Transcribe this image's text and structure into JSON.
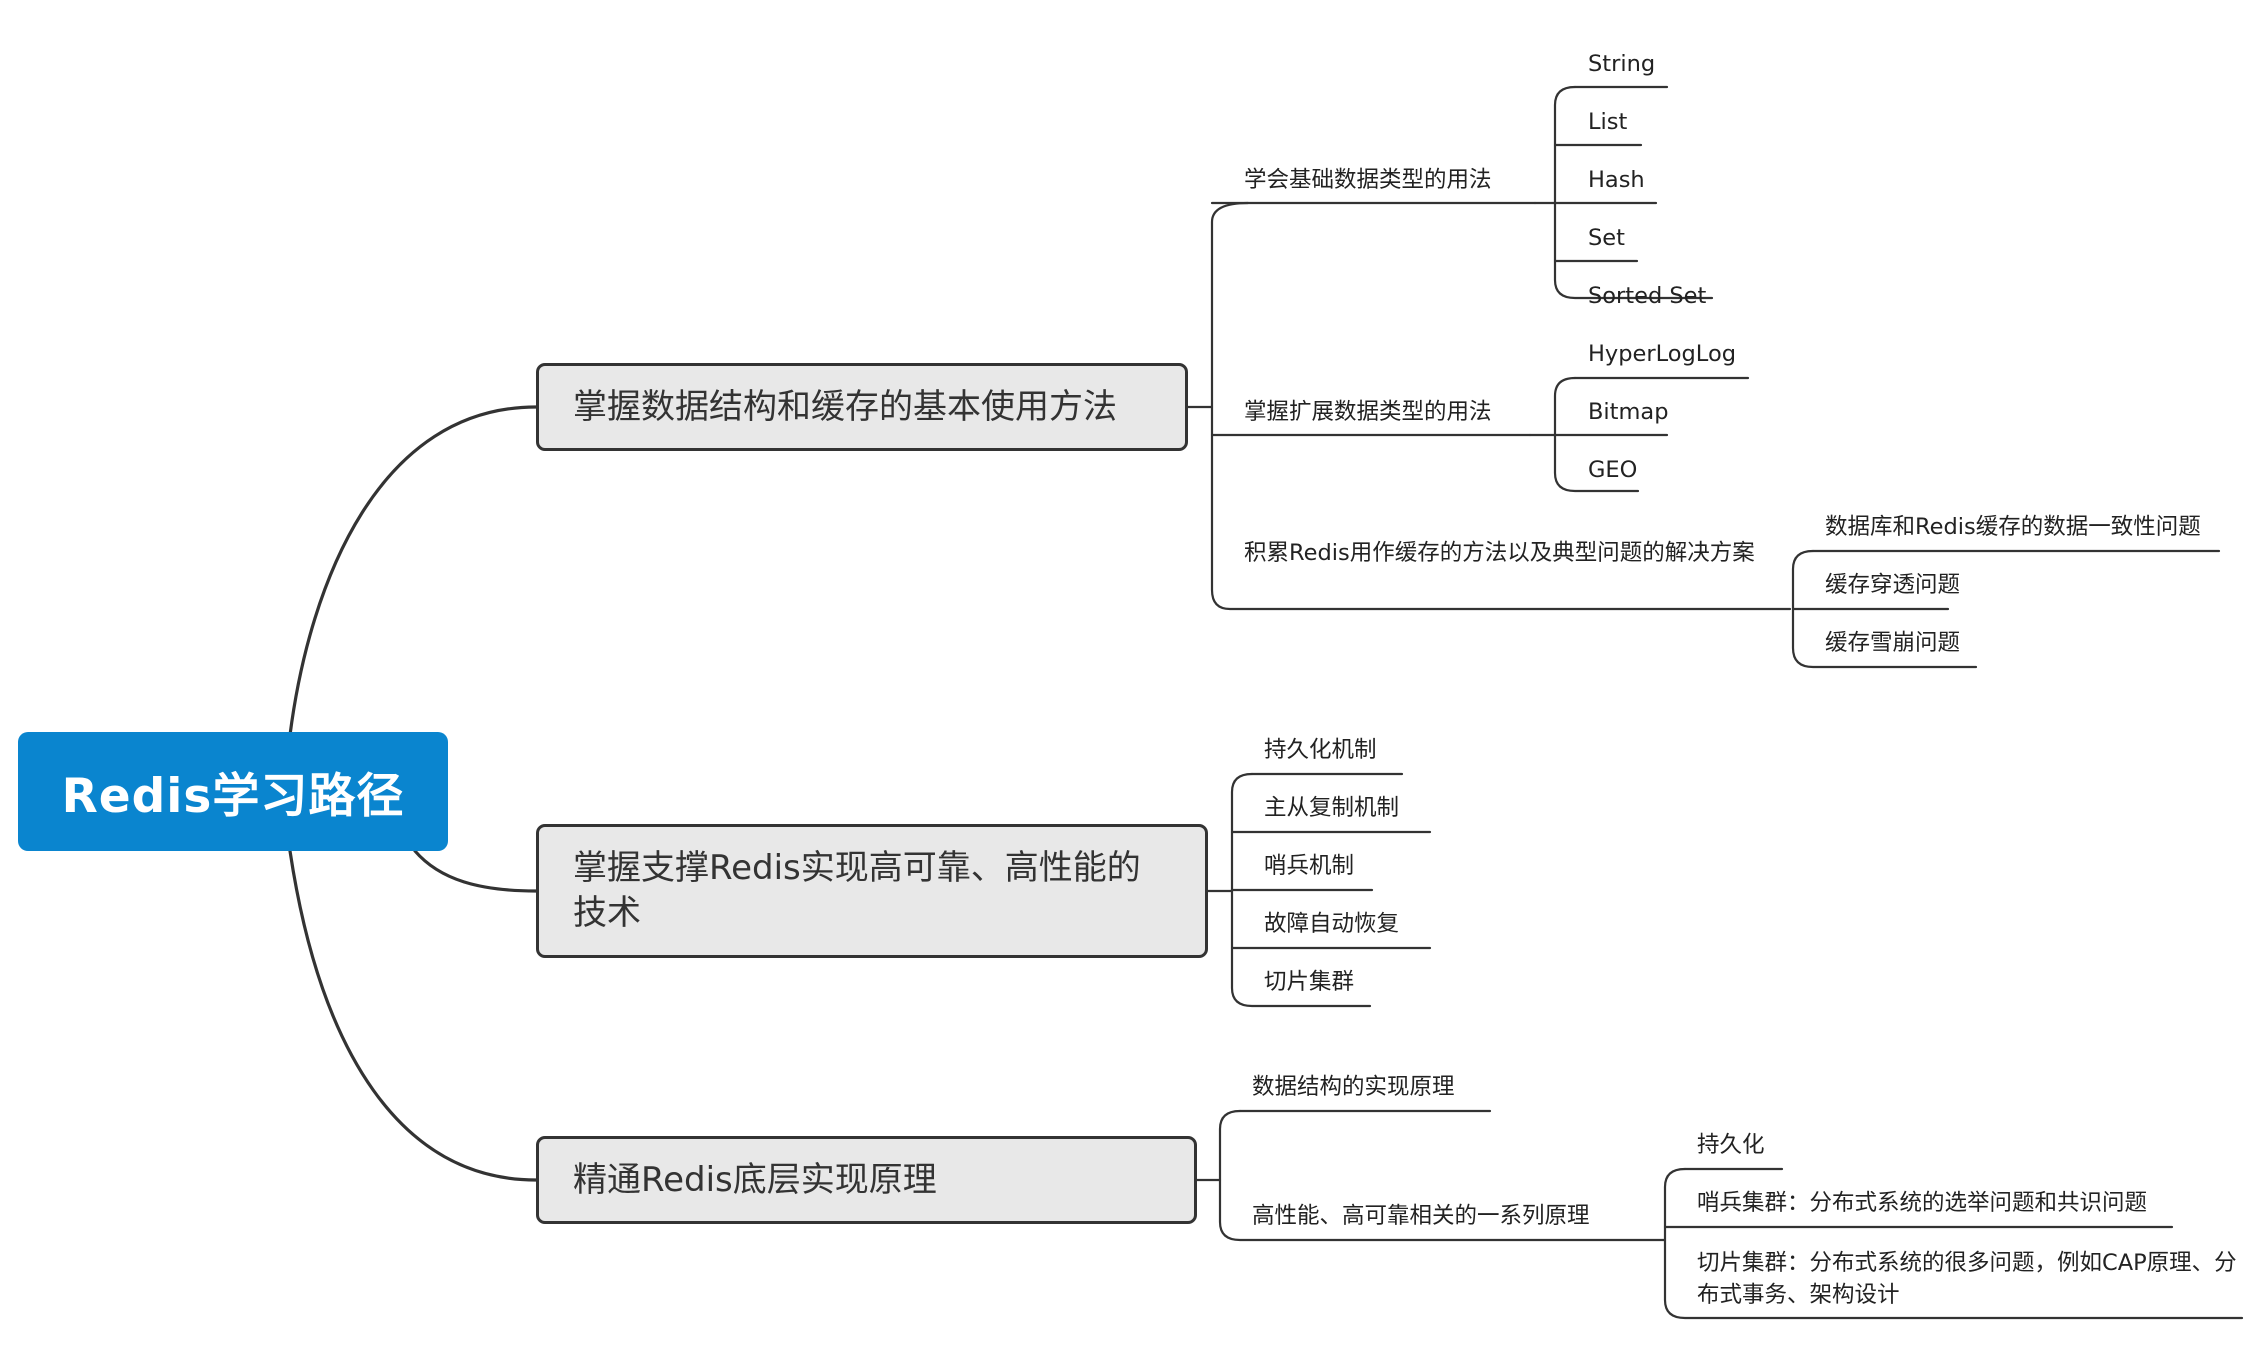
{
  "root": {
    "title": "Redis学习路径"
  },
  "colors": {
    "root_fill": "#0a85cf",
    "branch_fill": "#e8e8e8",
    "line": "#333333"
  },
  "branches": [
    {
      "title": "掌握数据结构和缓存的基本使用方法",
      "children": [
        {
          "label": "学会基础数据类型的用法",
          "children": [
            "String",
            "List",
            "Hash",
            "Set",
            "Sorted Set"
          ]
        },
        {
          "label": "掌握扩展数据类型的用法",
          "children": [
            "HyperLogLog",
            "Bitmap",
            "GEO"
          ]
        },
        {
          "label": "积累Redis用作缓存的方法以及典型问题的解决方案",
          "children": [
            "数据库和Redis缓存的数据一致性问题",
            "缓存穿透问题",
            "缓存雪崩问题"
          ]
        }
      ]
    },
    {
      "title": "掌握支撑Redis实现高可靠、高性能的技术",
      "children": [
        {
          "label": "持久化机制"
        },
        {
          "label": "主从复制机制"
        },
        {
          "label": "哨兵机制"
        },
        {
          "label": "故障自动恢复"
        },
        {
          "label": "切片集群"
        }
      ]
    },
    {
      "title": "精通Redis底层实现原理",
      "children": [
        {
          "label": "数据结构的实现原理"
        },
        {
          "label": "高性能、高可靠相关的一系列原理",
          "children": [
            "持久化",
            "哨兵集群：分布式系统的选举问题和共识问题",
            "切片集群：分布式系统的很多问题，例如CAP原理、分布式事务、架构设计"
          ]
        }
      ]
    }
  ]
}
